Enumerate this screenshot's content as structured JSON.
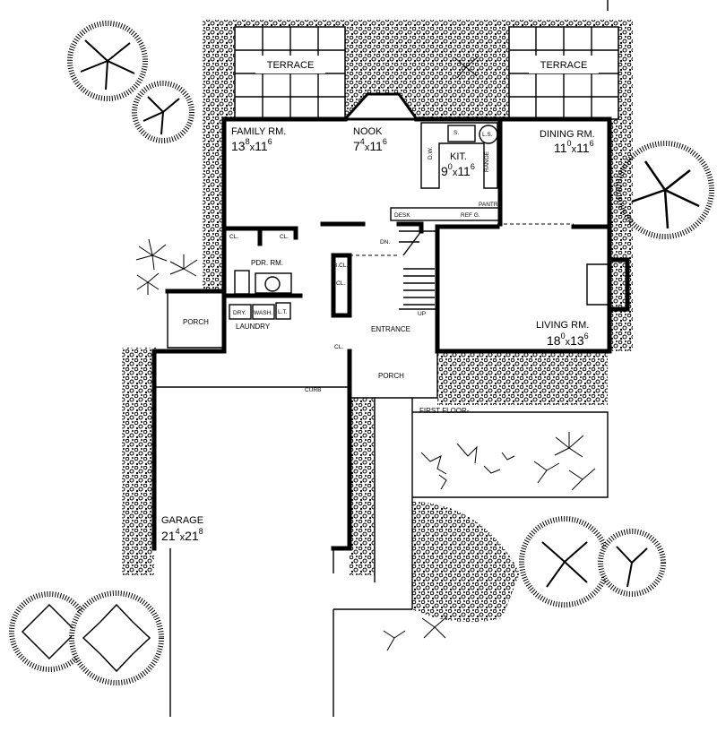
{
  "plan": {
    "floor_label": "FIRST FLOOR-",
    "rooms": {
      "family": {
        "name": "FAMILY RM.",
        "w": "13",
        "wi": "8",
        "x": "x",
        "d": "11",
        "di": "6"
      },
      "nook": {
        "name": "NOOK",
        "w": "7",
        "wi": "4",
        "x": "x",
        "d": "11",
        "di": "6"
      },
      "kitchen": {
        "name": "KIT.",
        "w": "9",
        "wi": "0",
        "x": "x",
        "d": "11",
        "di": "6"
      },
      "dining": {
        "name": "DINING RM.",
        "w": "11",
        "wi": "0",
        "x": "x",
        "d": "11",
        "di": "6"
      },
      "living": {
        "name": "LIVING RM.",
        "w": "18",
        "wi": "0",
        "x": "x",
        "d": "13",
        "di": "6"
      },
      "garage": {
        "name": "GARAGE",
        "w": "21",
        "wi": "4",
        "x": "x",
        "d": "21",
        "di": "8"
      },
      "powder": {
        "name": "PDR. RM."
      },
      "laundry": {
        "name": "LAUNDRY"
      },
      "entrance": {
        "name": "ENTRANCE"
      },
      "porch_side": {
        "name": "PORCH"
      },
      "porch_front": {
        "name": "PORCH"
      },
      "terrace_left": {
        "name": "TERRACE"
      },
      "terrace_right": {
        "name": "TERRACE"
      }
    },
    "fixtures": {
      "closet": "CL.",
      "broom_closet": "B.CL.",
      "desk": "DESK",
      "refrigerator": "REF G.",
      "pantry": "PANTRY",
      "dishwasher": "D.W.",
      "range": "RANGE",
      "sink": "S.",
      "lazy_susan": "L.S.",
      "dryer": "DRY.",
      "washer": "WASH.",
      "laundry_tub": "L.T.",
      "stair_down": "DN.",
      "stair_up": "UP",
      "curb": "CURB"
    }
  }
}
